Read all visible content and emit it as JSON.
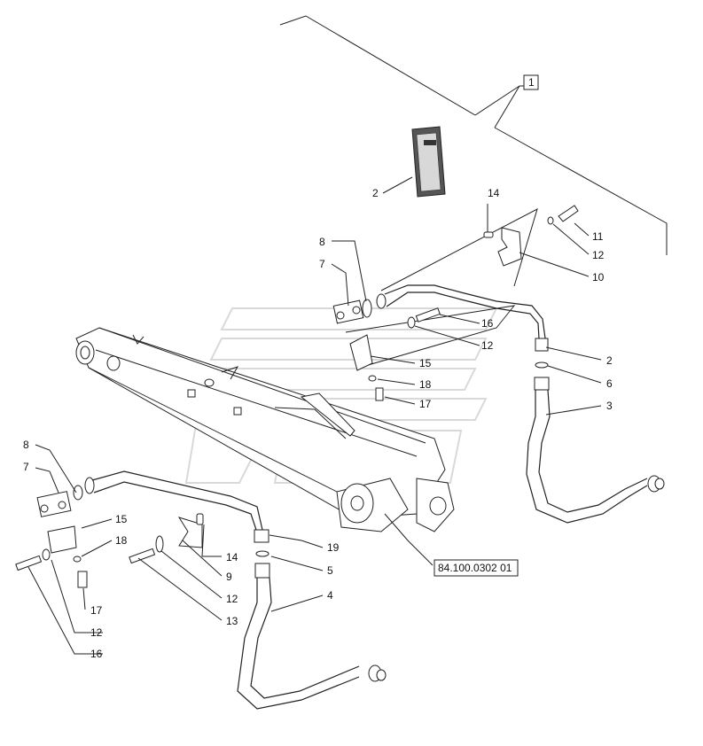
{
  "diagram": {
    "reference_code": "84.100.0302 01",
    "group_label": "1",
    "callouts": [
      {
        "id": "c-1",
        "text": "1"
      },
      {
        "id": "c-2-card",
        "text": "2"
      },
      {
        "id": "c-14-top",
        "text": "14"
      },
      {
        "id": "c-11",
        "text": "11"
      },
      {
        "id": "c-12-top",
        "text": "12"
      },
      {
        "id": "c-10",
        "text": "10"
      },
      {
        "id": "c-8-top",
        "text": "8"
      },
      {
        "id": "c-7-top",
        "text": "7"
      },
      {
        "id": "c-16-top",
        "text": "16"
      },
      {
        "id": "c-12-mid",
        "text": "12"
      },
      {
        "id": "c-15-top",
        "text": "15"
      },
      {
        "id": "c-18-top",
        "text": "18"
      },
      {
        "id": "c-17-top",
        "text": "17"
      },
      {
        "id": "c-2-right",
        "text": "2"
      },
      {
        "id": "c-6",
        "text": "6"
      },
      {
        "id": "c-3",
        "text": "3"
      },
      {
        "id": "c-8-bot",
        "text": "8"
      },
      {
        "id": "c-7-bot",
        "text": "7"
      },
      {
        "id": "c-15-bot",
        "text": "15"
      },
      {
        "id": "c-18-bot",
        "text": "18"
      },
      {
        "id": "c-17-bot",
        "text": "17"
      },
      {
        "id": "c-12-bot-left",
        "text": "12"
      },
      {
        "id": "c-16-bot",
        "text": "16"
      },
      {
        "id": "c-14-bot",
        "text": "14"
      },
      {
        "id": "c-9",
        "text": "9"
      },
      {
        "id": "c-12-bot-mid",
        "text": "12"
      },
      {
        "id": "c-13",
        "text": "13"
      },
      {
        "id": "c-19",
        "text": "19"
      },
      {
        "id": "c-5",
        "text": "5"
      },
      {
        "id": "c-4",
        "text": "4"
      }
    ]
  }
}
